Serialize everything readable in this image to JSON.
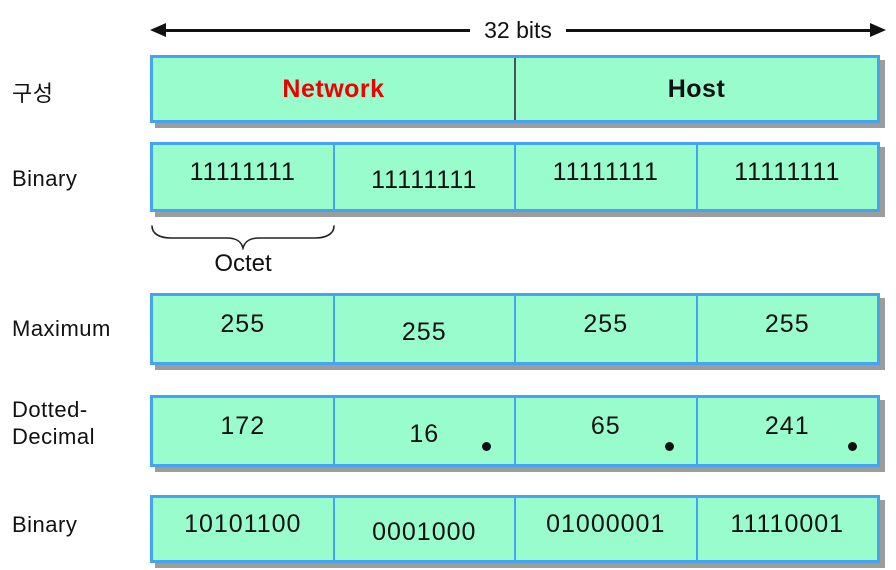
{
  "header": {
    "bits_label": "32 bits"
  },
  "rows": {
    "composition": {
      "label": "구성",
      "cells": [
        {
          "text": "Network"
        },
        {
          "text": "Host"
        }
      ]
    },
    "binary_top": {
      "label": "Binary",
      "cells": [
        "11111111",
        "11111111",
        "11111111",
        "11111111"
      ]
    },
    "octet": {
      "label": "Octet"
    },
    "maximum": {
      "label": "Maximum",
      "cells": [
        "255",
        "255",
        "255",
        "255"
      ]
    },
    "dotted_decimal": {
      "label_line1": "Dotted-",
      "label_line2": "Decimal",
      "cells": [
        "172",
        "16",
        "65",
        "241"
      ]
    },
    "binary_bottom": {
      "label": "Binary",
      "cells": [
        "10101100",
        "0001000",
        "01000001",
        "11110001"
      ]
    }
  },
  "colors": {
    "cell_bg": "#99fccc",
    "cell_border": "#45a3ef",
    "composition_divider": "#445555",
    "network_text": "#ee0000",
    "host_text": "#111111",
    "shadow": "#9c9c9c",
    "arrow": "#111111"
  }
}
